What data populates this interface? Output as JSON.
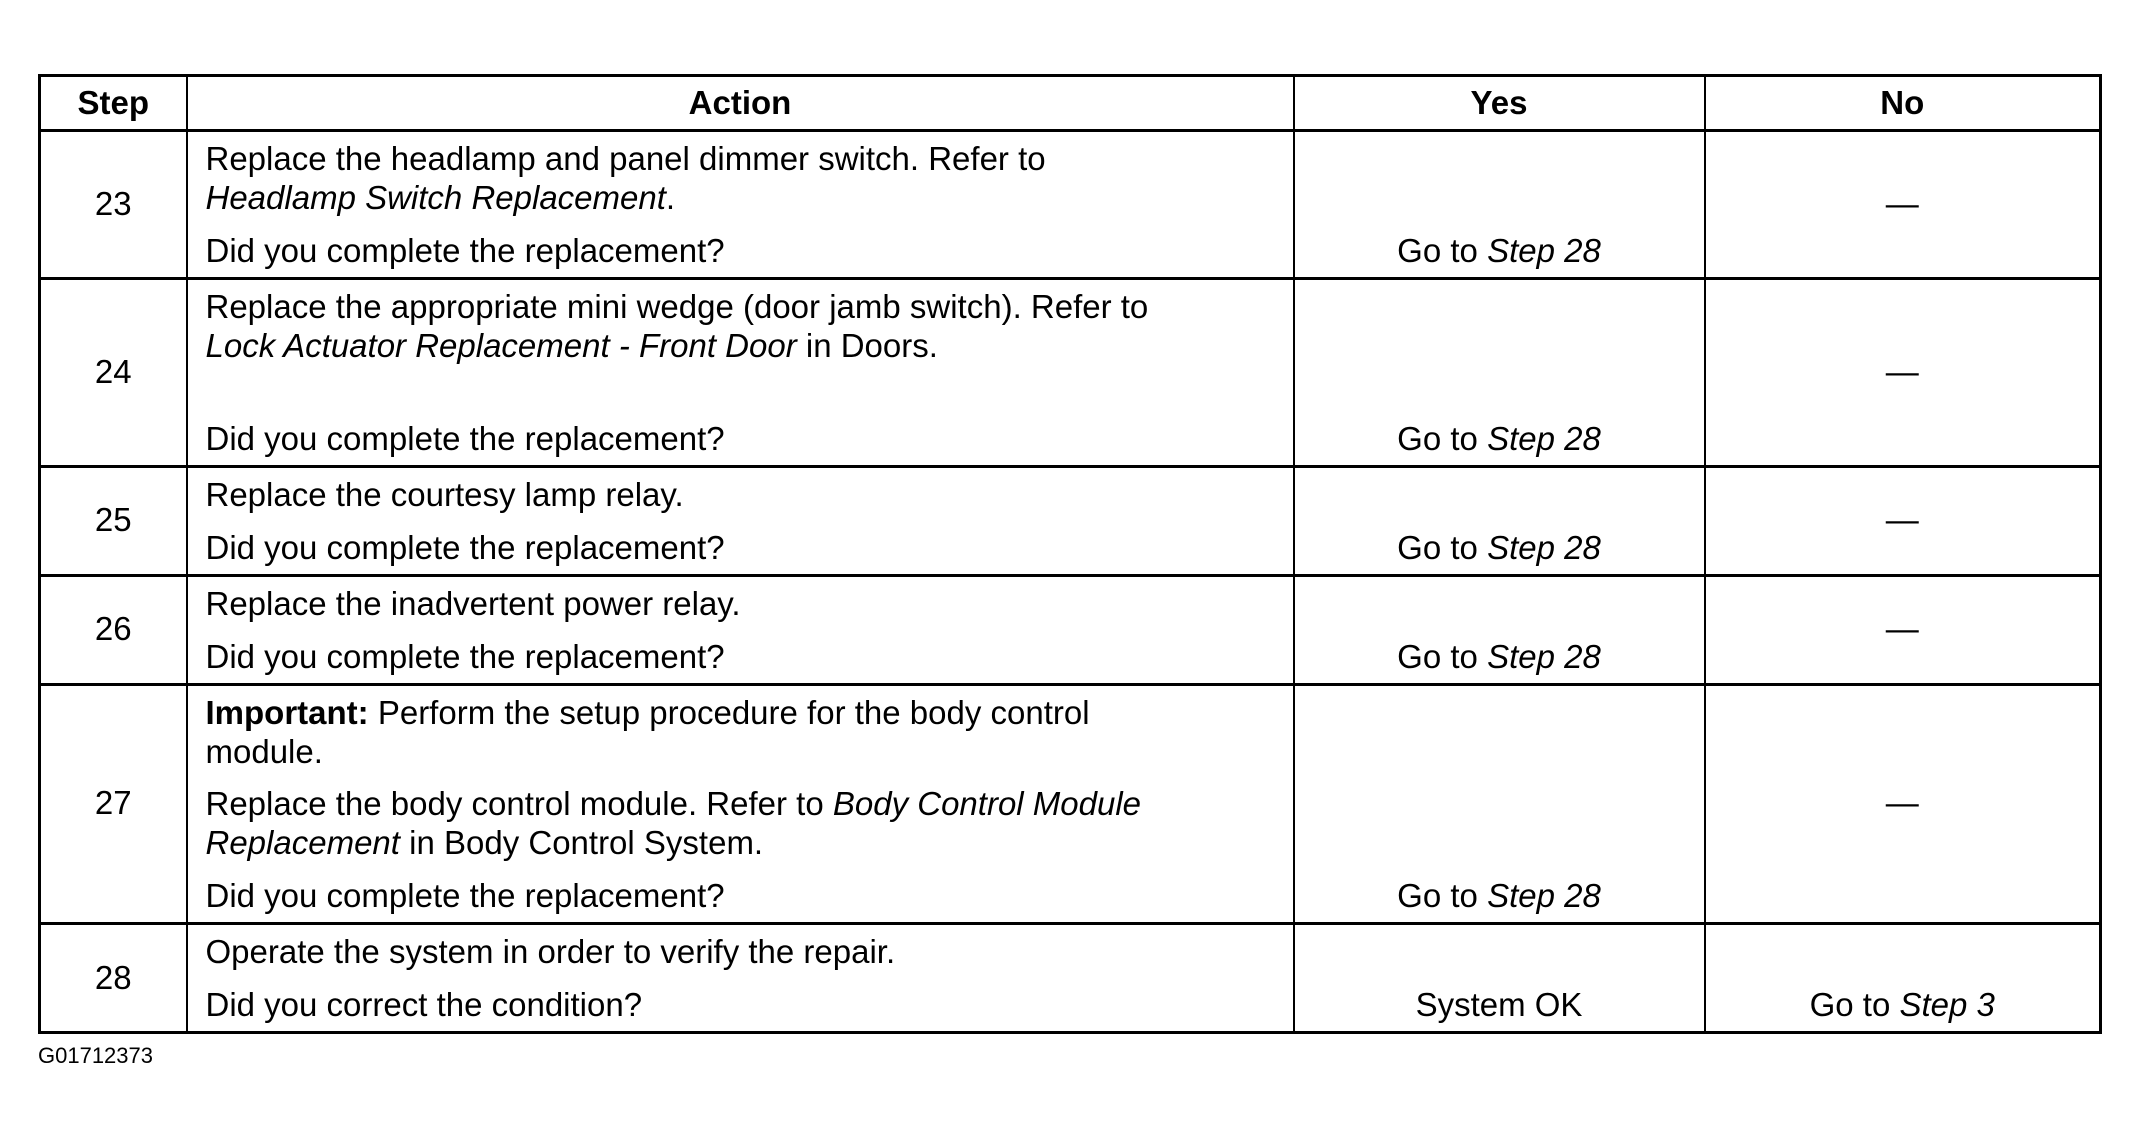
{
  "table": {
    "headers": {
      "step": "Step",
      "action": "Action",
      "yes": "Yes",
      "no": "No"
    },
    "rows": [
      {
        "step": "23",
        "a1": "Replace the headlamp and panel dimmer switch. Refer to",
        "a1_ref": "Headlamp Switch Replacement",
        "a1_tail": ".",
        "question": "Did you complete the replacement?",
        "yes_prefix": "Go to ",
        "yes_ref": "Step 28",
        "no": "—"
      },
      {
        "step": "24",
        "a1": "Replace the appropriate mini wedge (door jamb switch). Refer to",
        "a1_ref": "Lock Actuator Replacement - Front Door",
        "a1_tail": " in Doors.",
        "question": "Did you complete the replacement?",
        "yes_prefix": "Go to ",
        "yes_ref": "Step 28",
        "no": "—"
      },
      {
        "step": "25",
        "a1": "Replace the courtesy lamp relay.",
        "question": "Did you complete the replacement?",
        "yes_prefix": "Go to ",
        "yes_ref": "Step 28",
        "no": "—"
      },
      {
        "step": "26",
        "a1": "Replace the inadvertent power relay.",
        "question": "Did you complete the replacement?",
        "yes_prefix": "Go to ",
        "yes_ref": "Step 28",
        "no": "—"
      },
      {
        "step": "27",
        "important_label": "Important:",
        "important_text": " Perform the setup procedure for the body control",
        "important_text2": "module.",
        "a2": "Replace the body control module. Refer to ",
        "a2_ref": "Body Control Module",
        "a2_ref2": "Replacement",
        "a2_tail": " in Body Control System.",
        "question": "Did you complete the replacement?",
        "yes_prefix": "Go to ",
        "yes_ref": "Step 28",
        "no": "—"
      },
      {
        "step": "28",
        "a1": "Operate the system in order to verify the repair.",
        "question": "Did you correct the condition?",
        "yes": "System OK",
        "no_prefix": "Go to ",
        "no_ref": "Step 3"
      }
    ]
  },
  "figure_id": "G01712373"
}
